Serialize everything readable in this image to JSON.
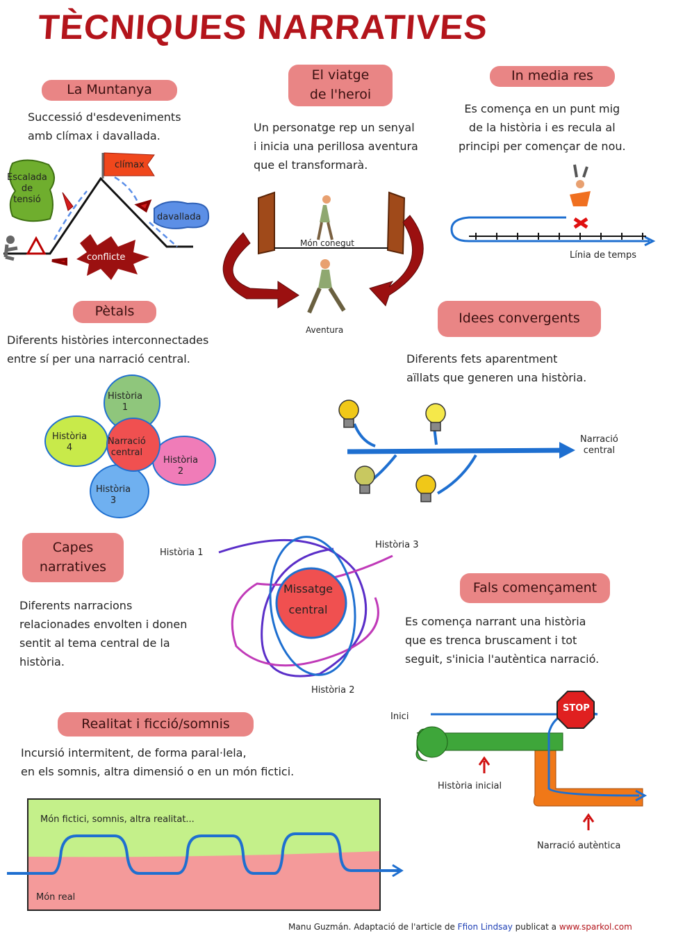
{
  "title": "TÈCNIQUES NARRATIVES",
  "sections": {
    "muntanya": {
      "heading": "La Muntanya",
      "description": "Successió d'esdeveniments\namb clímax i davallada.",
      "labels": {
        "escalada": "Escalada\nde\ntensió",
        "climax": "clímax",
        "davallada": "davallada",
        "conflicte": "conflicte"
      }
    },
    "viatge": {
      "heading": "El viatge\nde l'heroi",
      "description": "Un personatge rep un senyal\ni inicia una perillosa aventura\nque el transformarà.",
      "labels": {
        "mon": "Món conegut",
        "aventura": "Aventura"
      }
    },
    "media": {
      "heading": "In media res",
      "description": "Es comença en un punt mig\nde la història i es recula al\nprincipi per començar de nou.",
      "labels": {
        "linia": "Línia de temps"
      }
    },
    "petals": {
      "heading": "Pètals",
      "description": "Diferents històries interconnectades\nentre sí per una narració central.",
      "labels": {
        "h1": "Història\n1",
        "h2": "Història\n2",
        "h3": "Història\n3",
        "h4": "Història\n4",
        "central": "Narració\ncentral"
      }
    },
    "idees": {
      "heading": "Idees convergents",
      "description": "Diferents fets aparentment\naïllats  que generen una història.",
      "labels": {
        "narracio": "Narració\ncentral"
      }
    },
    "capes": {
      "heading": "Capes\nnarratives",
      "description": "Diferents narracions\nrelacionades envolten i donen\nsentit al tema central de la\nhistòria.",
      "labels": {
        "h1": "Història 1",
        "h2": "Història 2",
        "h3": "Història 3",
        "missatge": "Missatge\ncentral"
      }
    },
    "fals": {
      "heading": "Fals començament",
      "description": "Es comença narrant una història\nque es trenca bruscament i tot\nseguit, s'inicia l'autèntica narració.",
      "labels": {
        "inici": "Inici",
        "stop": "STOP",
        "inicial": "Història inicial",
        "autentica": "Narració autèntica"
      }
    },
    "realitat": {
      "heading": "Realitat i ficció/somnis",
      "description": "Incursió intermitent, de forma paral·lela,\nen els somnis, altra dimensió o en un món fictici.",
      "labels": {
        "fictici": "Món fictici, somnis, altra realitat...",
        "real": "Món real"
      }
    }
  },
  "footer": {
    "prefix": "Manu Guzmán. Adaptació de l'article de ",
    "author": "Ffion Lindsay",
    "middle": " publicat a ",
    "site": "www.sparkol.com"
  },
  "colors": {
    "title": "#b3141b",
    "pill": "#e98585",
    "blue": "#1e6fd0",
    "darkred": "#9b1010"
  }
}
